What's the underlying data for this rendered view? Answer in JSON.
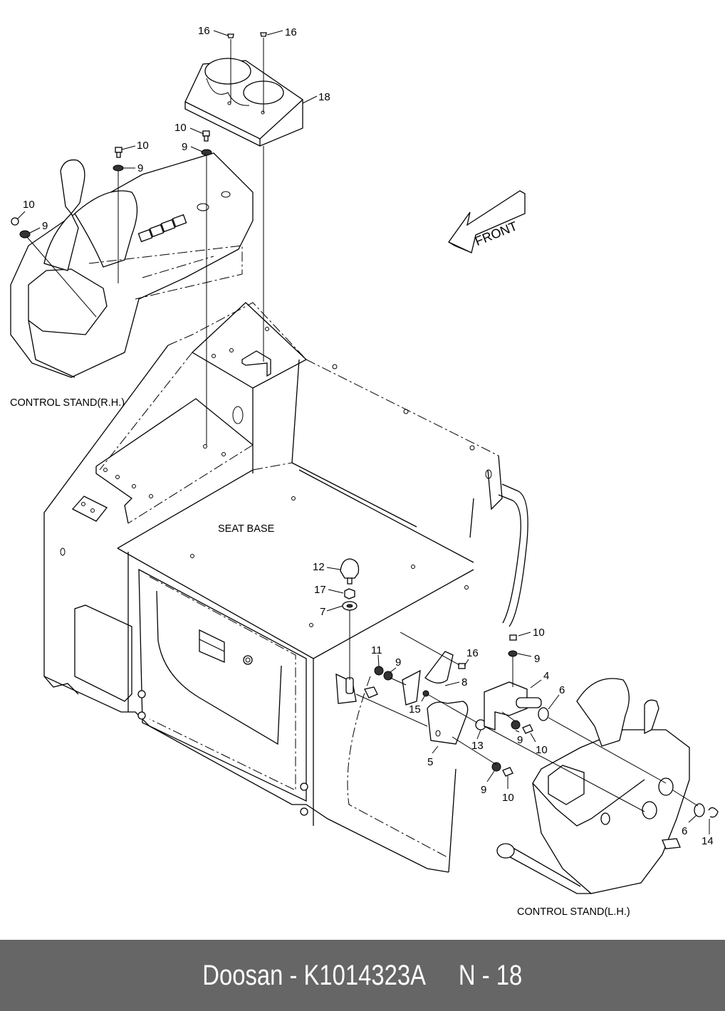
{
  "diagram": {
    "captions": {
      "control_stand_rh": "CONTROL STAND(R.H.)",
      "control_stand_lh": "CONTROL STAND(L.H.)",
      "seat_base": "SEAT BASE",
      "front_arrow": "FRONT"
    },
    "callouts": [
      {
        "id": "c16a",
        "label": "16"
      },
      {
        "id": "c16b",
        "label": "16"
      },
      {
        "id": "c18",
        "label": "18"
      },
      {
        "id": "c10a",
        "label": "10"
      },
      {
        "id": "c9a",
        "label": "9"
      },
      {
        "id": "c10b",
        "label": "10"
      },
      {
        "id": "c9b",
        "label": "9"
      },
      {
        "id": "c10c",
        "label": "10"
      },
      {
        "id": "c9c",
        "label": "9"
      },
      {
        "id": "c12",
        "label": "12"
      },
      {
        "id": "c17",
        "label": "17"
      },
      {
        "id": "c7",
        "label": "7"
      },
      {
        "id": "c11",
        "label": "11"
      },
      {
        "id": "c9d",
        "label": "9"
      },
      {
        "id": "c16c",
        "label": "16"
      },
      {
        "id": "c8",
        "label": "8"
      },
      {
        "id": "c15",
        "label": "15"
      },
      {
        "id": "c5",
        "label": "5"
      },
      {
        "id": "c13",
        "label": "13"
      },
      {
        "id": "c9e",
        "label": "9"
      },
      {
        "id": "c10d",
        "label": "10"
      },
      {
        "id": "c10e",
        "label": "10"
      },
      {
        "id": "c9f",
        "label": "9"
      },
      {
        "id": "c4",
        "label": "4"
      },
      {
        "id": "c6a",
        "label": "6"
      },
      {
        "id": "c9g",
        "label": "9"
      },
      {
        "id": "c10f",
        "label": "10"
      },
      {
        "id": "c6b",
        "label": "6"
      },
      {
        "id": "c14",
        "label": "14"
      }
    ]
  },
  "footer": {
    "brand": "Doosan",
    "separator": "-",
    "part_number": "K1014323A",
    "page_section": "N",
    "page_number": "18"
  },
  "colors": {
    "footer_background": "#666666",
    "footer_text": "#ffffff",
    "line": "#000000"
  }
}
